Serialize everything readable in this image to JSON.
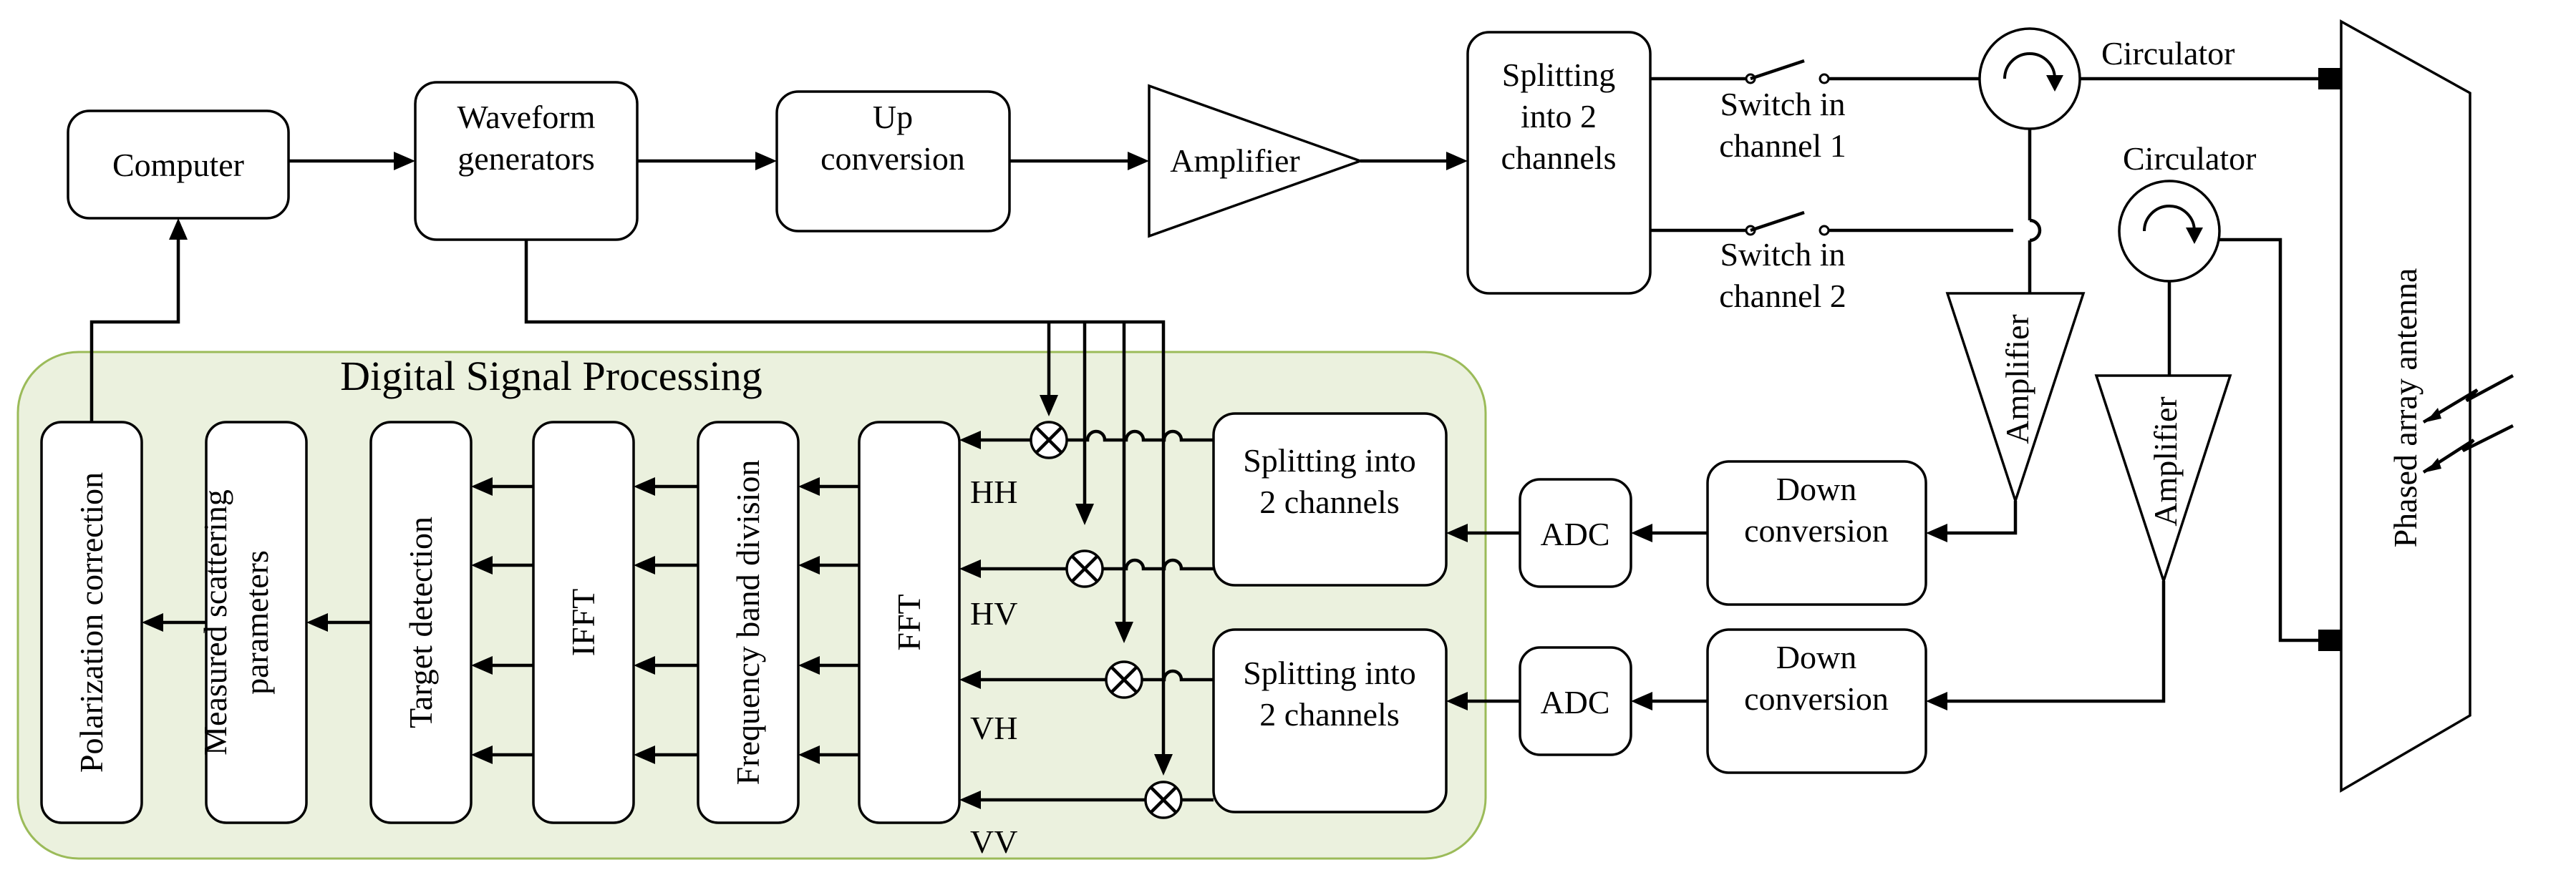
{
  "dsp_title": "Digital Signal Processing",
  "blocks": {
    "computer": [
      "Computer"
    ],
    "waveform": [
      "Waveform",
      "generators"
    ],
    "upconv": [
      "Up",
      "conversion"
    ],
    "amp_tx": [
      "Amplifier"
    ],
    "split_tx": [
      "Splitting",
      "into 2",
      "channels"
    ],
    "switch1": [
      "Switch in",
      "channel 1"
    ],
    "switch2": [
      "Switch in",
      "channel 2"
    ],
    "circ1": [
      "Circulator"
    ],
    "circ2": [
      "Circulator"
    ],
    "amp_rx1": [
      "Amplifier"
    ],
    "amp_rx2": [
      "Amplifier"
    ],
    "antenna": [
      "Phased array antenna"
    ],
    "downconv1": [
      "Down",
      "conversion"
    ],
    "downconv2": [
      "Down",
      "conversion"
    ],
    "adc1": [
      "ADC"
    ],
    "adc2": [
      "ADC"
    ],
    "split_rx1": [
      "Splitting into",
      "2 channels"
    ],
    "split_rx2": [
      "Splitting into",
      "2 channels"
    ],
    "fft": [
      "FFT"
    ],
    "band_div": [
      "Frequency band division"
    ],
    "ifft": [
      "IFFT"
    ],
    "target": [
      "Target detection"
    ],
    "measured": [
      "Measured scattering",
      "parameters"
    ],
    "polcorr": [
      "Polarization correction"
    ]
  },
  "channels": [
    "HH",
    "HV",
    "VH",
    "VV"
  ]
}
